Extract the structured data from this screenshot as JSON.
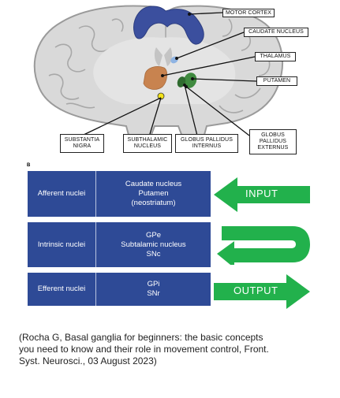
{
  "panel_a": {
    "labels": {
      "motor_cortex": "MOTOR CORTEX",
      "caudate_nucleus": "CAUDATE NUCLEUS",
      "thalamus": "THALAMUS",
      "putamen": "PUTAMEN",
      "substantia_nigra": "SUBSTANTIA\nNIGRA",
      "subthalamic_nucleus": "SUBTHALAMIC\nNUCLEUS",
      "globus_pallidus_internus": "GLOBUS PALLIDUS\nINTERNUS",
      "globus_pallidus_externus": "GLOBUS\nPALLIDUS\nEXTERNUS"
    },
    "colors": {
      "brain": "#d9d9d9",
      "brain_outline": "#9a9a9a",
      "motor_cortex": "#3b4f9e",
      "caudate": "#8fb4e3",
      "thalamus": "#c8834f",
      "putamen": "#3f8a3f",
      "globus_pallidus": "#2f6b2f",
      "substantia_nigra": "#f2e21a"
    }
  },
  "panel_b": {
    "letter": "B",
    "rows": [
      {
        "left": "Afferent nuclei",
        "right": [
          "Caudate nucleus",
          "Putamen",
          "(neostriatum)"
        ]
      },
      {
        "left": "Intrinsic nuclei",
        "right": [
          "GPe",
          "Subtalamic nucleus",
          "SNc"
        ]
      },
      {
        "left": "Efferent nuclei",
        "right": [
          "GPi",
          "SNr"
        ]
      }
    ],
    "arrows": {
      "input": "INPUT",
      "output": "OUTPUT"
    },
    "colors": {
      "box": "#2e4a96",
      "arrow": "#22b14c"
    }
  },
  "citation": [
    "(Rocha G, Basal ganglia for beginners: the basic concepts",
    "you need to know and their role in movement control, Front.",
    "Syst. Neurosci., 03 August 2023)"
  ]
}
